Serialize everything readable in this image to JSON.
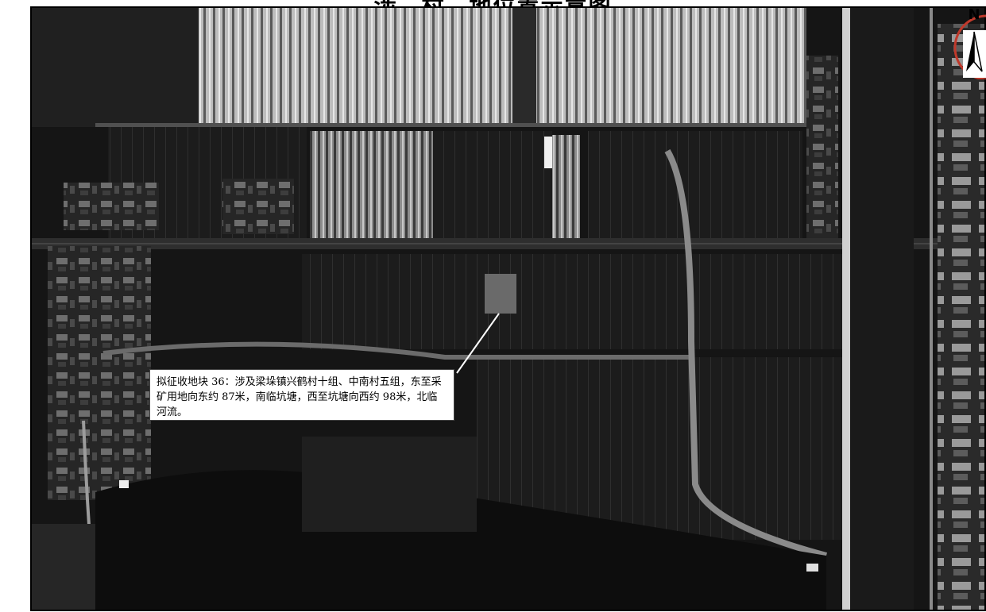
{
  "map": {
    "title": "涉…村…地位置示意图",
    "callout_text": "拟征收地块 36：涉及梁垛镇兴鹤村十组、中南村五组，东至采矿用地向东约 87米，南临坑塘，西至坑塘向西约 98米，北临河流。",
    "north_label": "N"
  },
  "colors": {
    "frame": "#000000",
    "callout_bg": "#ffffff",
    "stamp": "#c0392b"
  }
}
